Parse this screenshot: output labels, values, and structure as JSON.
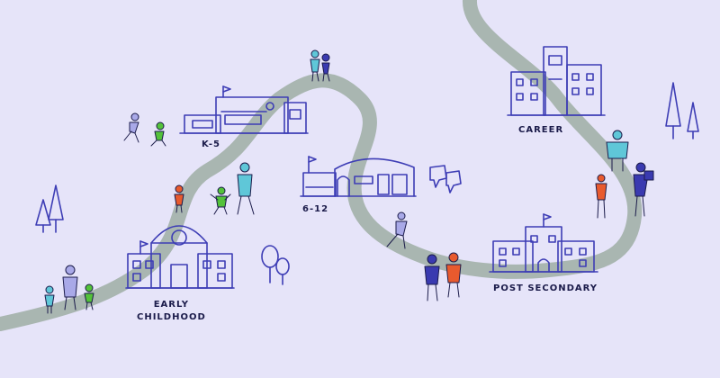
{
  "colors": {
    "background": "#E6E4F9",
    "path": "#A9B6B1",
    "building_stroke": "#3D3DB5",
    "ink": "#1B1B4A",
    "person_blue": "#3A3AB0",
    "person_teal": "#5FC7D8",
    "person_green": "#53C23A",
    "person_red": "#E85A2E",
    "person_lavender": "#A9A9E8"
  },
  "stages": [
    {
      "id": "early-childhood",
      "label_lines": [
        "EARLY",
        "CHILDHOOD"
      ]
    },
    {
      "id": "k-5",
      "label_lines": [
        "K-5"
      ]
    },
    {
      "id": "6-12",
      "label_lines": [
        "6-12"
      ]
    },
    {
      "id": "post-secondary",
      "label_lines": [
        "POST SECONDARY"
      ]
    },
    {
      "id": "career",
      "label_lines": [
        "CAREER"
      ]
    }
  ]
}
